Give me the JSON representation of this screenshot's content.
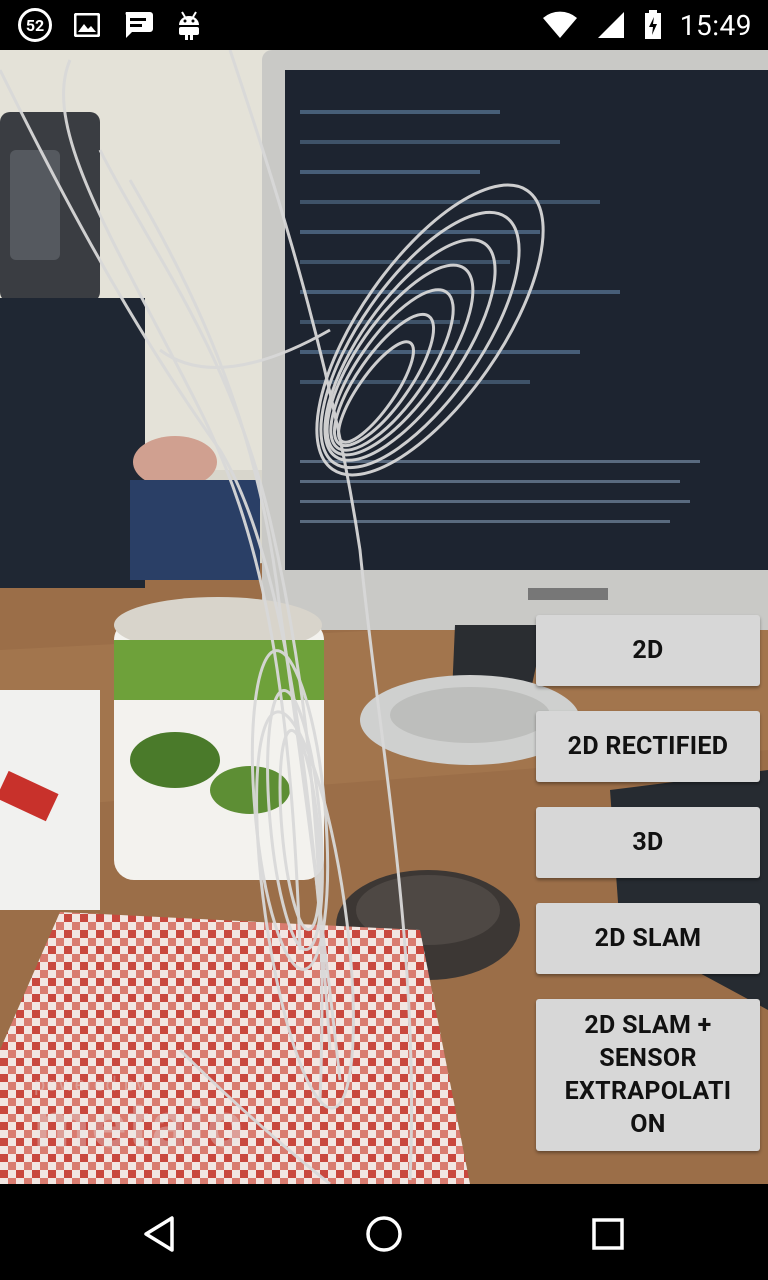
{
  "status_bar": {
    "notification_count": "52",
    "time": "15:49",
    "icons": [
      "notification-count-badge",
      "image-icon",
      "message-icon",
      "android-icon",
      "wifi-icon",
      "signal-icon",
      "battery-icon"
    ]
  },
  "watermark": {
    "small": "powered by",
    "big": "metaio"
  },
  "buttons": [
    {
      "label": "2D"
    },
    {
      "label": "2D RECTIFIED"
    },
    {
      "label": "3D"
    },
    {
      "label": "2D SLAM"
    },
    {
      "label": "2D SLAM + SENSOR EXTRAPOLATI ON"
    }
  ],
  "nav_bar": {
    "icons": [
      "back-icon",
      "home-icon",
      "recents-icon"
    ]
  },
  "colors": {
    "button_bg": "#d7d7d7",
    "bar_bg": "#000000",
    "overlay_curve": "#d8d8d8"
  }
}
